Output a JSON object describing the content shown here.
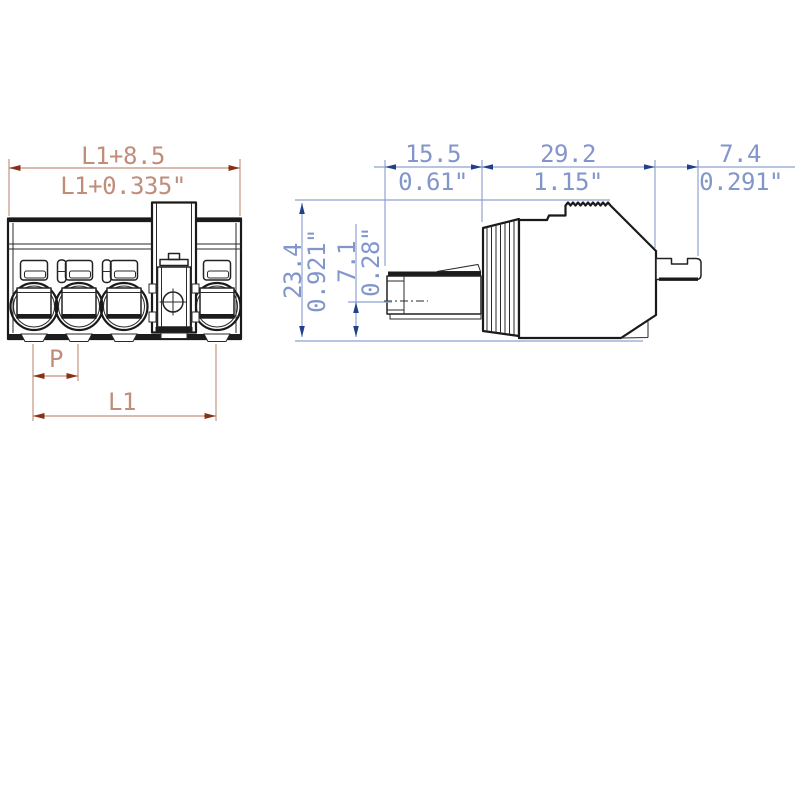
{
  "drawing": {
    "description": "technical-dimension-drawing-terminal-block-connector",
    "views": [
      "front-view",
      "side-view"
    ],
    "dims": {
      "front_total_mm": "L1+8.5",
      "front_total_in": "L1+0.335\"",
      "pitch": "P",
      "length": "L1",
      "side_w1_mm": "15.5",
      "side_w1_in": "0.61\"",
      "side_w2_mm": "29.2",
      "side_w2_in": "1.15\"",
      "side_w3_mm": "7.4",
      "side_w3_in": "0.291\"",
      "side_h_mm": "23.4",
      "side_h_in": "0.921\"",
      "side_h2_mm": "7.1",
      "side_h2_in": "0.28\""
    },
    "colors": {
      "background": "#ffffff",
      "geometry": "#1a1a1a",
      "front_dim_line": "#c2907e",
      "front_dim_arrow": "#8a2f18",
      "front_dim_text": "#c08d7a",
      "side_dim_line": "#8ca0d0",
      "side_dim_arrow": "#20408c",
      "side_dim_text": "#8296cc"
    }
  }
}
